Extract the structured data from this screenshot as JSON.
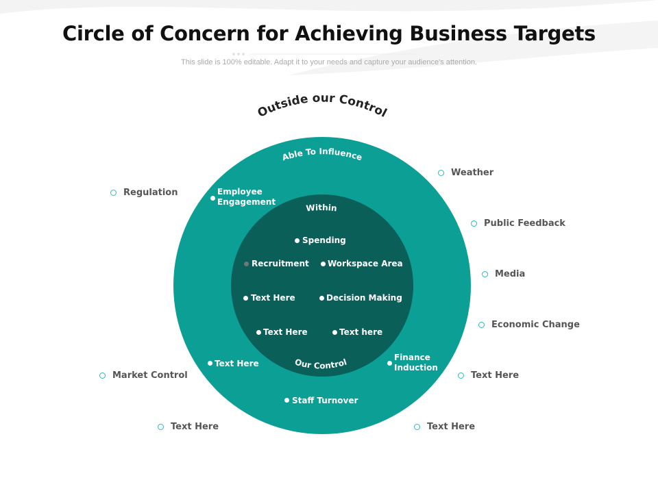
{
  "header": {
    "title": "Circle of Concern for Achieving Business Targets",
    "subtitle": "This slide is 100% editable. Adapt it to your needs and capture your audience's attention."
  },
  "colors": {
    "outer_ring": "#0c9f96",
    "inner_circle": "#0b5f59",
    "outside_dot": "#2bb7bd",
    "label_text": "#555555"
  },
  "diagram": {
    "outer_heading": "Outside our Control",
    "ring_heading": "Able To Influence",
    "inner_heading": "Within",
    "inner_footer": "Our Control",
    "outside_items": [
      "Regulation",
      "Weather",
      "Public Feedback",
      "Media",
      "Economic Change",
      "Market Control",
      "Text Here",
      "Text Here",
      "Text Here"
    ],
    "influence_items": [
      "Employee Engagement",
      "Text Here",
      "Finance Induction",
      "Staff Turnover"
    ],
    "control_items": [
      "Spending",
      "Recruitment",
      "Workspace Area",
      "Text Here",
      "Decision Making",
      "Text Here",
      "Text here"
    ]
  }
}
